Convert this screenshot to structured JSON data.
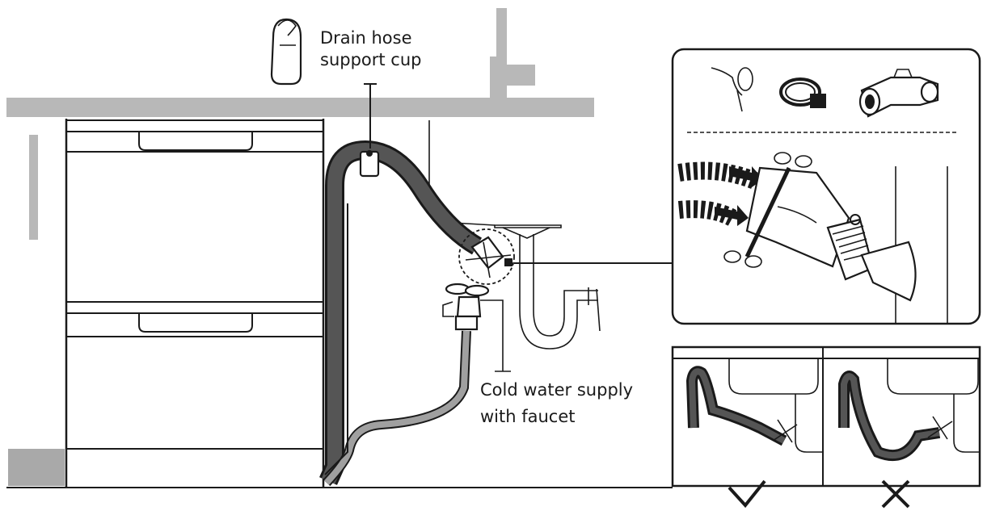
{
  "labels": {
    "drain_cup_line1": "Drain hose",
    "drain_cup_line2": "support cup",
    "cold_water_line1": "Cold water supply",
    "cold_water_line2": "with faucet"
  },
  "panels": {
    "correct": {
      "verdict": "check-mark-icon"
    },
    "incorrect": {
      "verdict": "cross-mark-icon"
    }
  },
  "colors": {
    "ink": "#1a1a1a",
    "countertop": "#b8b8b8",
    "hose_dark": "#4a4a4a",
    "hose_light": "#9e9e9e",
    "kick_plate": "#a9a9a9"
  }
}
